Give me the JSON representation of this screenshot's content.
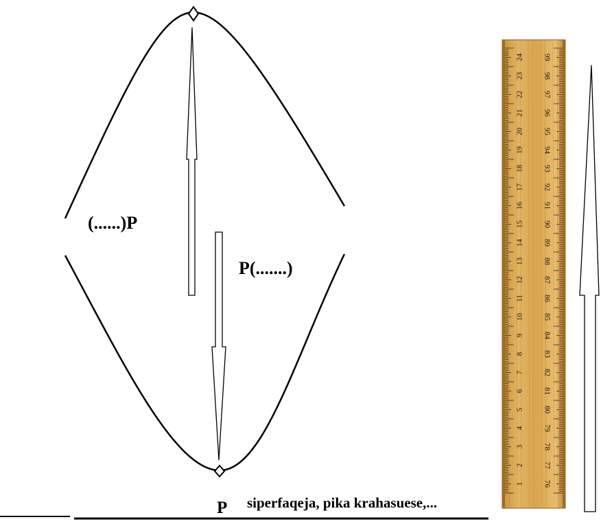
{
  "labels": {
    "left": "(......)P",
    "right": "P(.......)",
    "bottom_point": "P",
    "surface": "siperfaqeja, pika krahasuese,..."
  },
  "ruler": {
    "top_scale": [
      "1",
      "2",
      "3",
      "4",
      "5",
      "6",
      "7",
      "8",
      "9",
      "10",
      "11",
      "12",
      "13",
      "14",
      "15",
      "16",
      "17",
      "18",
      "19",
      "20",
      "21",
      "22",
      "23",
      "24"
    ],
    "bottom_scale": [
      "76",
      "77",
      "78",
      "79",
      "80",
      "81",
      "82",
      "83",
      "84",
      "85",
      "86",
      "87",
      "88",
      "89",
      "90",
      "91",
      "92",
      "93",
      "94",
      "95",
      "96",
      "97",
      "98",
      "99"
    ],
    "wood_color": "#d9a54e"
  },
  "icons": {
    "top_marker": "diamond-icon",
    "bottom_marker": "diamond-icon"
  }
}
